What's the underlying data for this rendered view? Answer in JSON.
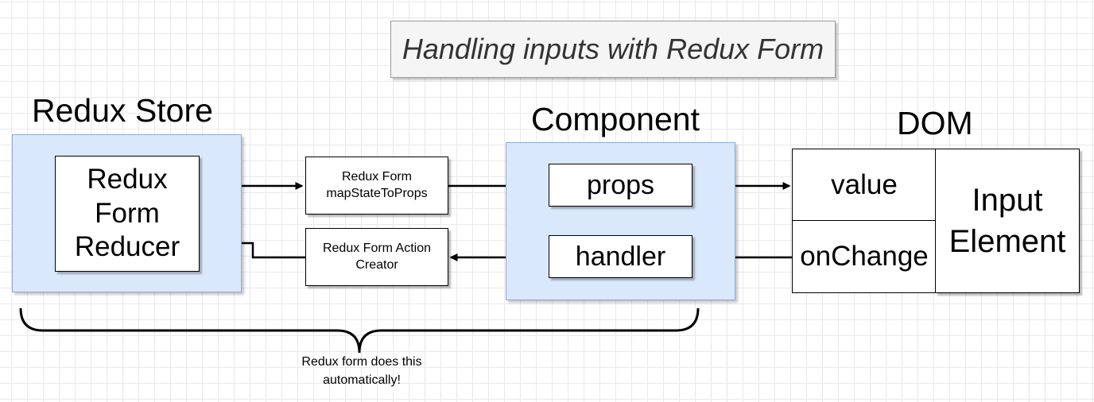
{
  "title": "Handling inputs with Redux Form",
  "groups": {
    "redux_store": {
      "label": "Redux Store",
      "reducer": [
        "Redux",
        "Form",
        "Reducer"
      ]
    },
    "component": {
      "label": "Component",
      "props": "props",
      "handler": "handler"
    },
    "dom": {
      "label": "DOM",
      "value": "value",
      "on_change": "onChange",
      "input_element": [
        "Input",
        "Element"
      ]
    }
  },
  "middle": {
    "map_state": [
      "Redux Form",
      "mapStateToProps"
    ],
    "action_creator": [
      "Redux Form Action",
      "Creator"
    ]
  },
  "brace_note": [
    "Redux form does this",
    "automatically!"
  ],
  "colors": {
    "group_fill": "#dae8fc",
    "group_stroke": "#8ea9d6",
    "title_fill": "#f5f5f5",
    "grid": "#e9e9e9"
  }
}
